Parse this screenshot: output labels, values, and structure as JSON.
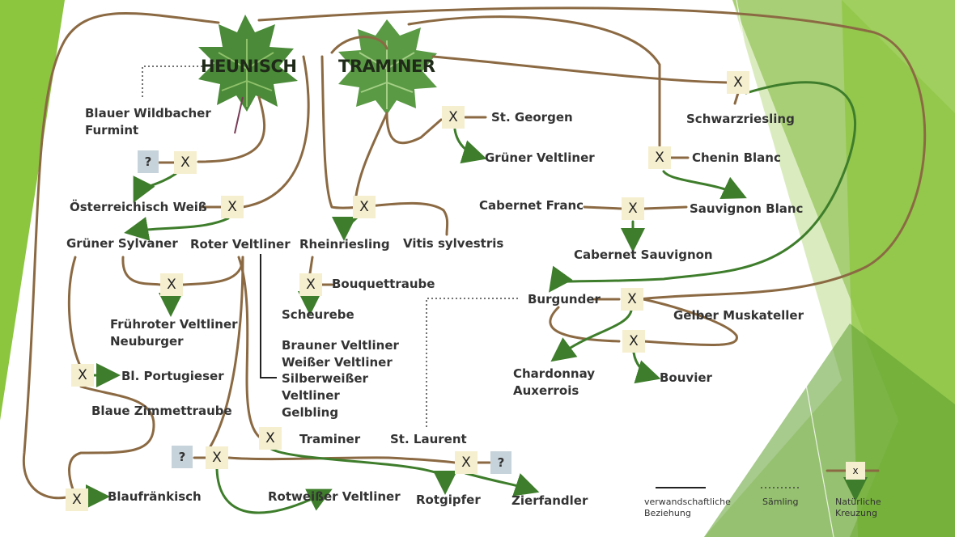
{
  "parents": {
    "heunisch": "HEUNISCH",
    "traminer": "TRAMINER"
  },
  "varieties": {
    "blauer_wildbacher": "Blauer Wildbacher",
    "furmint": "Furmint",
    "oesterreichisch_weiss": "Österreichisch Weiß",
    "gruener_sylvaner": "Grüner Sylvaner",
    "roter_veltliner": "Roter Veltliner",
    "rheinriesling": "Rheinriesling",
    "vitis_sylvestris": "Vitis sylvestris",
    "st_georgen": "St. Georgen",
    "gruener_veltliner": "Grüner Veltliner",
    "schwarzriesling": "Schwarzriesling",
    "chenin_blanc": "Chenin Blanc",
    "cabernet_franc": "Cabernet Franc",
    "sauvignon_blanc": "Sauvignon Blanc",
    "cabernet_sauvignon": "Cabernet Sauvignon",
    "bouquettraube": "Bouquettraube",
    "scheurebe": "Scheurebe",
    "fruehroter_veltliner": "Frühroter Veltliner",
    "neuburger": "Neuburger",
    "brauner_veltliner": "Brauner Veltliner",
    "weisser_veltliner": "Weißer Veltliner",
    "silberweisser": "Silberweißer",
    "veltliner": "Veltliner",
    "gelbling": "Gelbling",
    "bl_portugieser": "Bl. Portugieser",
    "blaue_zimmettraube": "Blaue Zimmettraube",
    "blaufraenkisch": "Blaufränkisch",
    "traminer_small": "Traminer",
    "st_laurent": "St. Laurent",
    "rotweisser_veltliner": "Rotweißer Veltliner",
    "rotgipfer": "Rotgipfer",
    "zierfandler": "Zierfandler",
    "burgunder": "Burgunder",
    "gelber_muskateller": "Gelber Muskateller",
    "chardonnay": "Chardonnay",
    "auxerrois": "Auxerrois",
    "bouvier": "Bouvier"
  },
  "markers": {
    "cross": "X",
    "unknown": "?"
  },
  "legend": {
    "relation": "verwandschaftliche Beziehung",
    "seedling": "Sämling",
    "natural_cross": "Natürliche Kreuzung",
    "cross_symbol": "x"
  },
  "colors": {
    "line_brown": "#8b6a43",
    "arrow_green": "#3e7d2b",
    "cross_fill": "#f5efcf",
    "unknown_fill": "#c7d3da",
    "background_green": "#8cc63f"
  },
  "icons": [
    "grape-leaf-icon"
  ]
}
